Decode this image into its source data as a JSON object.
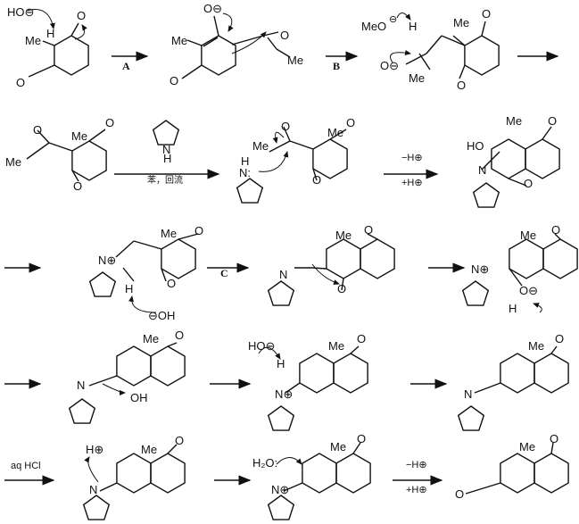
{
  "title": "Robinson annulation / Wieland–Miescher ketone mechanism",
  "step_labels": {
    "a": "A",
    "b": "B",
    "c": "C"
  },
  "reagents": {
    "solvent_reflux": "苯，回流",
    "pyrrolidine_nh": "N",
    "pyrrolidine_h": "H",
    "minus_h": "−H⊕",
    "plus_h": "+H⊕",
    "minus_h2": "−H⊕",
    "plus_h2": "+H⊕",
    "aq_hcl": "aq HCl"
  },
  "atoms": {
    "hydroxide": "HO⊖",
    "hydroxide2": "HO⊖",
    "hydroxide3": "⊖OH",
    "hydroxide_out": "OH",
    "methoxide": "MeO",
    "neg": "⊖",
    "enolate_o": "O⊖",
    "me": "Me",
    "h": "H",
    "o": "O",
    "n": "N",
    "n_plus": "N⊕",
    "n_lone": "N:",
    "h_plus": "H⊕",
    "water": "H₂O:",
    "o_minus": "O⊖",
    "ho": "HO"
  }
}
